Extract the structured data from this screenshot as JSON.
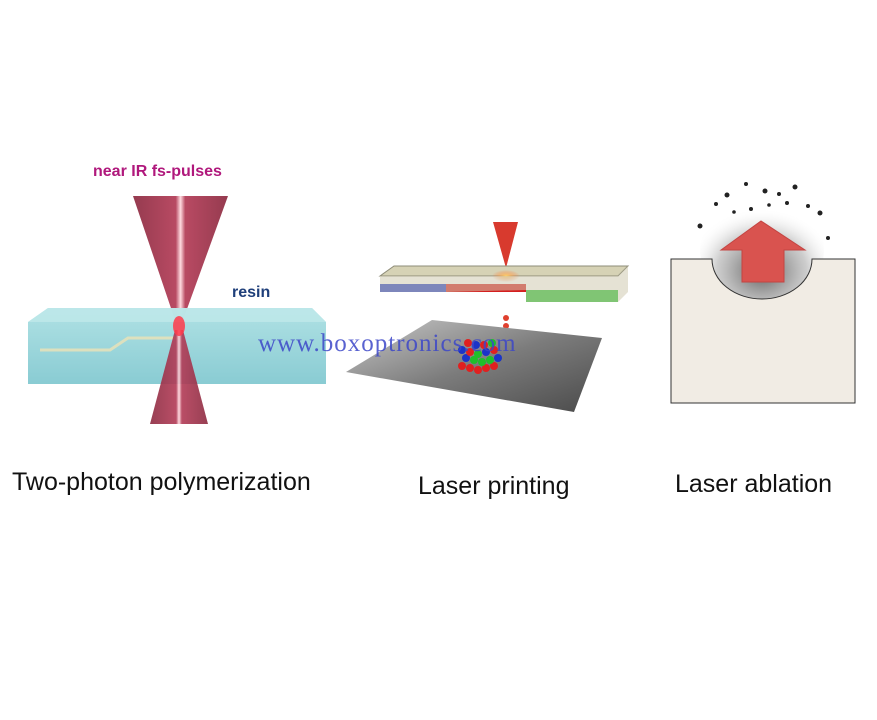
{
  "panels": [
    {
      "id": "two-photon",
      "caption": "Two-photon polymerization",
      "labels": {
        "beam": "near IR fs-pulses",
        "medium": "resin"
      },
      "colors": {
        "beam_label": "#b0187c",
        "medium_label": "#1f3f7a",
        "beam": "#9b2b44",
        "resin": "#8fd2d8"
      }
    },
    {
      "id": "laser-printing",
      "caption": "Laser printing",
      "colors": {
        "ribbon": [
          "#1a34c8",
          "#d41e1e",
          "#1fbf2a"
        ],
        "substrate": "#8a8a8a"
      }
    },
    {
      "id": "laser-ablation",
      "caption": "Laser ablation",
      "colors": {
        "block": "#f1ece4",
        "arrow": "#d9534f",
        "debris": "#222222"
      }
    }
  ],
  "watermark": "www.boxoptronics.com"
}
